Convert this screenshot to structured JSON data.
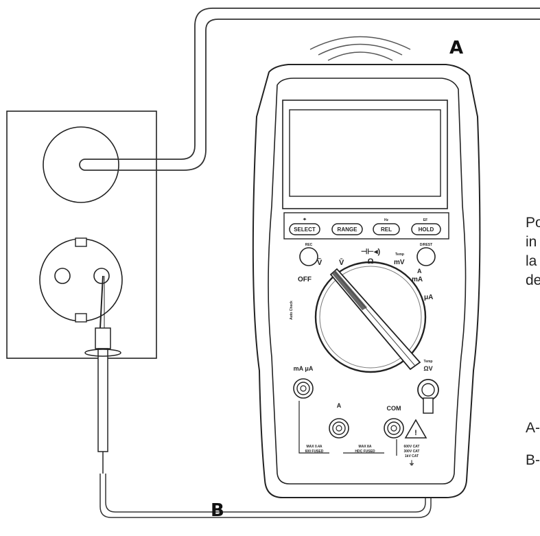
{
  "labels": {
    "a": "A",
    "b": "B"
  },
  "buttons": {
    "select": "SELECT",
    "range": "RANGE",
    "rel": "REL",
    "hold": "HOLD"
  },
  "button_captions": {
    "hz": "Hz",
    "ef": "EF"
  },
  "side_buttons": {
    "rec": "REC",
    "dwest": "D/REST"
  },
  "dial": {
    "off": "OFF",
    "v_dc": "V̄",
    "v_ac": "Ṽ",
    "ohm": "Ω",
    "temp_mv": "mV",
    "temp_label": "Temp",
    "ma": "mA",
    "a": "A",
    "ua": "μA",
    "auto_check": "Auto Check"
  },
  "jacks": {
    "ma_ua": "mA μA",
    "a_jack": "A",
    "com": "COM",
    "temp_v": "ΩV",
    "temp_label": "Temp",
    "max_ma_1": "MAX 0.4A",
    "max_ma_2": "600 FUSED",
    "max_a_1": "MAX 8A",
    "max_a_2": "HDC FUSED",
    "cat_1": "600V CAT",
    "cat_2": "300V CAT",
    "cat_3": "1kV CAT"
  },
  "side_text": {
    "lines": [
      "Po",
      "in",
      "la",
      "de"
    ],
    "a_note": "A-",
    "b_note": "B-"
  }
}
